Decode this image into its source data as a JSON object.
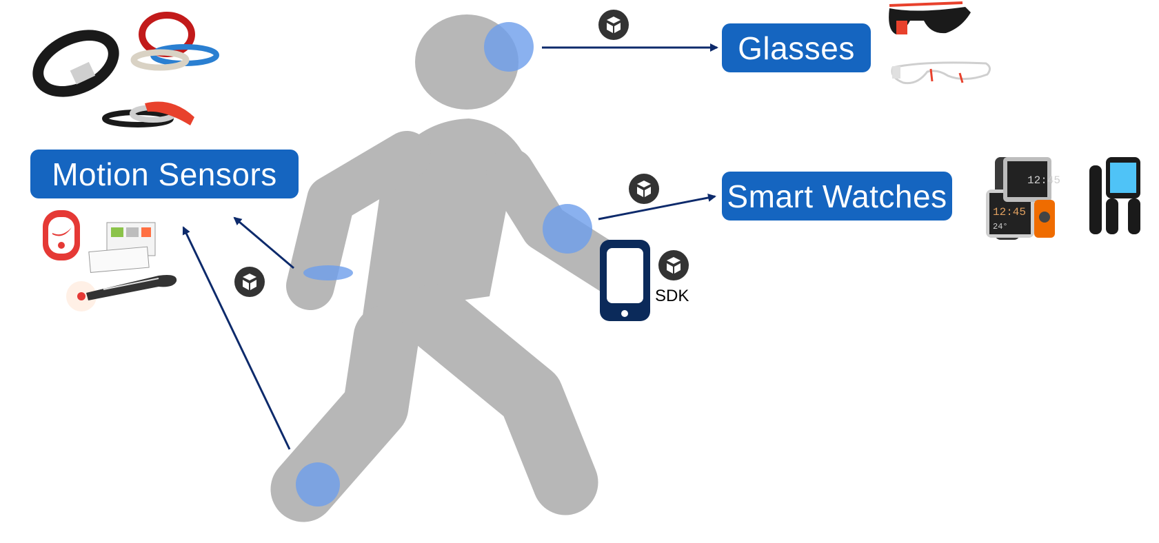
{
  "labels": {
    "motion_sensors": "Motion Sensors",
    "glasses": "Glasses",
    "smart_watches": "Smart Watches",
    "sdk": "SDK"
  },
  "colors": {
    "figure": "#b7b7b7",
    "sensor_spot": "#6d9eeb",
    "label_bg": "#1565c0",
    "arrow": "#0d2a6b",
    "sdk_badge": "#333333",
    "phone": "#0b2a5a"
  },
  "icons": [
    "sdk-box-icon",
    "smartphone-icon",
    "fitness-band-icon",
    "glasses-icon",
    "smartwatch-icon",
    "nike-sensor-icon",
    "tennis-racket-icon",
    "tablet-app-icon"
  ],
  "watch_screens": [
    "12:45",
    "12:45",
    "24°"
  ]
}
